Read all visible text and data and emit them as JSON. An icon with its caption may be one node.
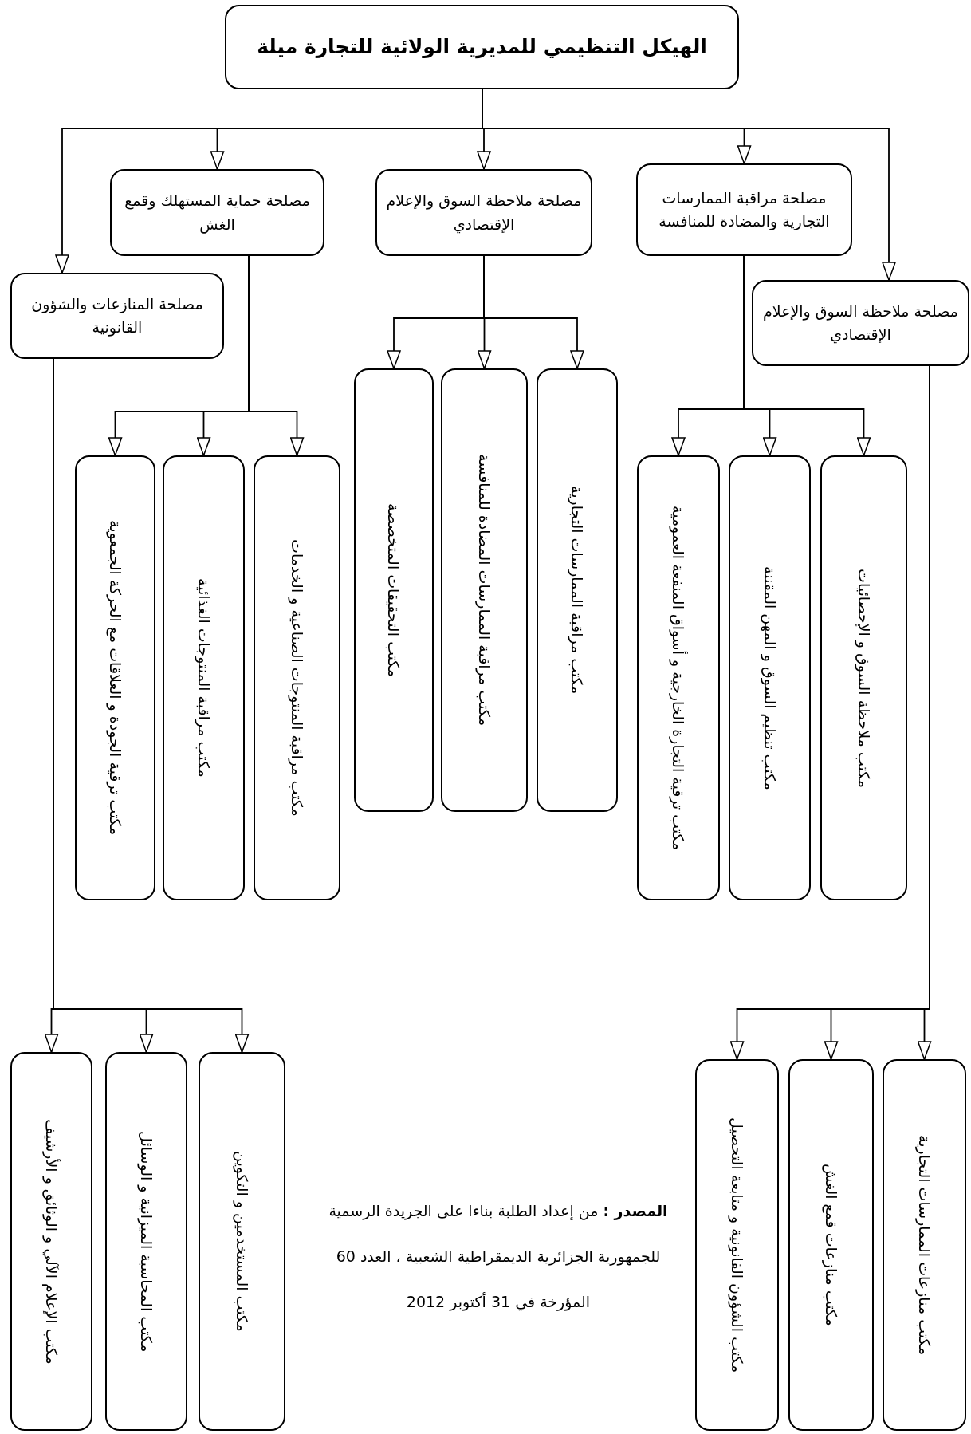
{
  "diagram": {
    "nodes": [
      {
        "text": [
          "الهيكل التنظيمي للمديرية الولائية للتجارة ميلة"
        ]
      },
      {
        "text": [
          "مصلحة ملاحظة السوق والإعلام الإقتصادي"
        ]
      },
      {
        "text": [
          "مصلحة مراقبة الممارسات التجارية والمضادة للمنافسة"
        ]
      },
      {
        "text": [
          "مصلحة ملاحظة السوق والإعلام الإقتصادي"
        ]
      },
      {
        "text": [
          "مصلحة حماية المستهلك وقمع الغش"
        ]
      },
      {
        "text": [
          "مصلحة المنازعات والشؤون القانونية"
        ]
      },
      {
        "text": [
          "مكتب ملاحظة السوق و الإحصائيات"
        ]
      },
      {
        "text": [
          "مكتب تنظيم السوق و المهن المقننة"
        ]
      },
      {
        "text": [
          "مكتب ترقية التجارة الخارجية و أسواق المنفعة العمومية"
        ]
      },
      {
        "text": [
          "مكتب مراقبة الممارسات التجارية"
        ]
      },
      {
        "text": [
          "مكتب مراقبة الممارسات المضادة للمنافسة"
        ]
      },
      {
        "text": [
          "مكتب التحقيقات المتخصصة"
        ]
      },
      {
        "text": [
          "مكتب مراقبة المنتوجات الصناعية و الخدمات"
        ]
      },
      {
        "text": [
          "مكتب مراقبة المنتوجات الغذائية"
        ]
      },
      {
        "text": [
          "مكتب ترقية الجودة و العلاقات مع الحركة الجمعوية"
        ]
      },
      {
        "text": [
          "مكتب منازعات الممارسات التجارية"
        ]
      },
      {
        "text": [
          "مكتب منازعات قمع الغش"
        ]
      },
      {
        "text": [
          "مكتب الشؤون القانونية و متابعة التحصيل"
        ]
      },
      {
        "text": [
          "مكتب المستخدمين و التكوين"
        ]
      },
      {
        "text": [
          "مكتب المحاسبة الميزانية و الوسائل"
        ]
      },
      {
        "text": [
          "مكتب الإعلام الآلي و الوثائق و الأرشيف"
        ]
      }
    ],
    "edges": [
      {
        "from": 0,
        "to": 1,
        "arrow": "to"
      },
      {
        "from": 0,
        "to": 2,
        "arrow": "to"
      },
      {
        "from": 0,
        "to": 3,
        "arrow": "to"
      },
      {
        "from": 0,
        "to": 4,
        "arrow": "to"
      },
      {
        "from": 0,
        "to": 5,
        "arrow": "to"
      },
      {
        "from": 2,
        "to": 6,
        "arrow": "to"
      },
      {
        "from": 2,
        "to": 7,
        "arrow": "to"
      },
      {
        "from": 2,
        "to": 8,
        "arrow": "to"
      },
      {
        "from": 3,
        "to": 9,
        "arrow": "to"
      },
      {
        "from": 3,
        "to": 10,
        "arrow": "to"
      },
      {
        "from": 3,
        "to": 11,
        "arrow": "to"
      },
      {
        "from": 4,
        "to": 12,
        "arrow": "to"
      },
      {
        "from": 4,
        "to": 13,
        "arrow": "to"
      },
      {
        "from": 4,
        "to": 14,
        "arrow": "to"
      },
      {
        "from": 1,
        "to": 15,
        "arrow": "to"
      },
      {
        "from": 1,
        "to": 16,
        "arrow": "to"
      },
      {
        "from": 1,
        "to": 17,
        "arrow": "to"
      },
      {
        "from": 5,
        "to": 18,
        "arrow": "to"
      },
      {
        "from": 5,
        "to": 19,
        "arrow": "to"
      },
      {
        "from": 5,
        "to": 20,
        "arrow": "to"
      }
    ],
    "labels": [
      "**المصدر :** من إعداد الطلبة بناءا على الجريدة الرسمية للجمهورية الجزائرية الديمقراطية الشعبية ، العدد 60 المؤرخة في 31 أكتوبر 2012"
    ]
  }
}
